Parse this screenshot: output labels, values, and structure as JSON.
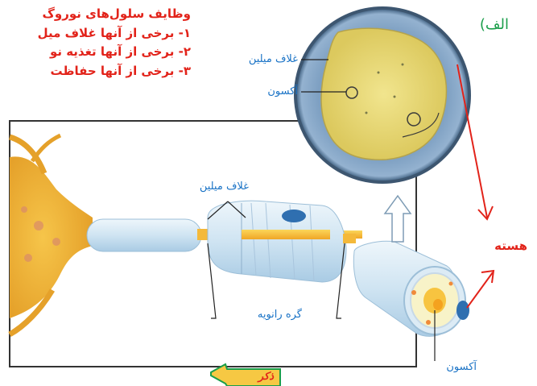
{
  "text_block": {
    "title": "وظایف سلول‌های نوروگ",
    "line1": "۱- برخی از آنها غلاف میل",
    "line2": "۲- برخی از آنها تغذیه نو",
    "line3": "۳- برخی از آنها حفاظت"
  },
  "diagram": {
    "part_label": "الف)",
    "labels": {
      "myelin_sheath_circle": "غلاف میلین",
      "axon_circle": "آکسون",
      "myelin_sheath_main": "غلاف میلین",
      "node_of_ranvier": "گره رانویه",
      "nucleus": "هسته",
      "axon_bottom": "آکسون"
    }
  },
  "footer_tab": {
    "label": "ذکر"
  },
  "colors": {
    "title_red": "#e2231a",
    "label_blue": "#1a73c6",
    "label_green": "#1a9e4a",
    "arrow_red": "#e2231a"
  }
}
